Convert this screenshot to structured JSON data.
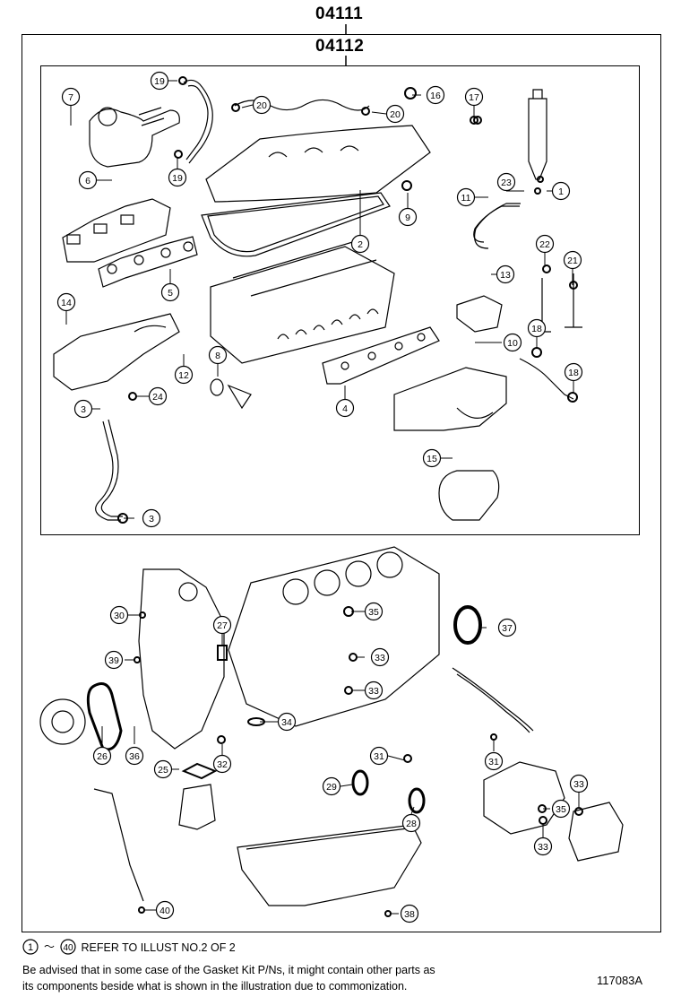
{
  "header": {
    "outer_code": "04111",
    "inner_code": "04112"
  },
  "callouts": {
    "c1": "1",
    "c2": "2",
    "c3a": "3",
    "c3b": "3",
    "c4": "4",
    "c5": "5",
    "c6": "6",
    "c7": "7",
    "c8": "8",
    "c9": "9",
    "c10": "10",
    "c11": "11",
    "c12": "12",
    "c13": "13",
    "c14": "14",
    "c15": "15",
    "c16": "16",
    "c17": "17",
    "c18a": "18",
    "c18b": "18",
    "c19a": "19",
    "c19b": "19",
    "c20a": "20",
    "c20b": "20",
    "c21": "21",
    "c22": "22",
    "c23": "23",
    "c24": "24",
    "c25": "25",
    "c26": "26",
    "c27": "27",
    "c28": "28",
    "c29": "29",
    "c30": "30",
    "c31a": "31",
    "c31b": "31",
    "c32": "32",
    "c33a": "33",
    "c33b": "33",
    "c33c": "33",
    "c33d": "33",
    "c34": "34",
    "c35a": "35",
    "c35b": "35",
    "c36": "36",
    "c37": "37",
    "c38": "38",
    "c39": "39",
    "c40": "40"
  },
  "footer": {
    "range_from": "1",
    "range_sep": "～",
    "range_to": "40",
    "refer_text": "REFER TO ILLUST NO.2 OF 2",
    "advisory_line1": "Be advised that in some case of the Gasket Kit P/Ns,  it might contain other parts as",
    "advisory_line2": "its components beside what is shown in the illustration due to commonization.",
    "illustration_code": "117083A"
  }
}
